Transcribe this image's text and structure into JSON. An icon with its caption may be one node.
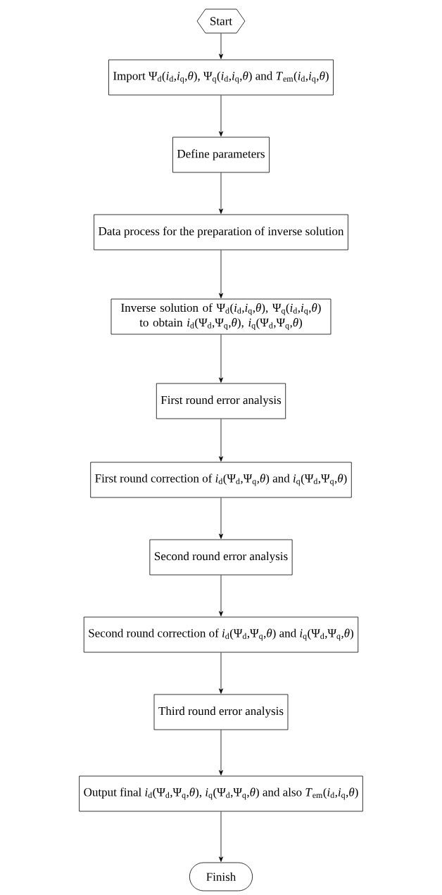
{
  "diagram": {
    "nodes": [
      {
        "text": [
          "Start"
        ]
      },
      {
        "text": [
          "Import Ψ$_{d}$(*i*$_{d}$,*i*$_{q}$,*θ*), Ψ$_{q}$(*i*$_{d}$,*i*$_{q}$,*θ*) and *T*$_{em}$(*i*$_{d}$,*i*$_{q}$,*θ*)"
        ]
      },
      {
        "text": [
          "Define parameters"
        ]
      },
      {
        "text": [
          "Data process for the preparation of inverse solution"
        ]
      },
      {
        "text": [
          "Inverse solution of Ψ$_{d}$(*i*$_{d}$,*i*$_{q}$,*θ*), Ψ$_{q}$(*i*$_{d}$,*i*$_{q}$,*θ*) to obtain *i*$_{d}$(Ψ$_{d}$,Ψ$_{q}$,*θ*), *i*$_{q}$(Ψ$_{d}$,Ψ$_{q}$,*θ*)"
        ]
      },
      {
        "text": [
          "First round error analysis"
        ]
      },
      {
        "text": [
          "First round correction of *i*$_{d}$(Ψ$_{d}$,Ψ$_{q}$,*θ*) and *i*$_{q}$(Ψ$_{d}$,Ψ$_{q}$,*θ*)"
        ]
      },
      {
        "text": [
          "Second round error analysis"
        ]
      },
      {
        "text": [
          "Second round correction of *i*$_{d}$(Ψ$_{d}$,Ψ$_{q}$,*θ*) and *i*$_{q}$(Ψ$_{d}$,Ψ$_{q}$,*θ*)"
        ]
      },
      {
        "text": [
          "Third round error analysis"
        ]
      },
      {
        "text": [
          "Output final *i*$_{d}$(Ψ$_{d}$,Ψ$_{q}$,*θ*), *i*$_{q}$(Ψ$_{d}$,Ψ$_{q}$,*θ*) and also *T*$_{em}$(*i*$_{d}$,*i*$_{q}$,*θ*)"
        ]
      },
      {
        "text": [
          "Finish"
        ]
      }
    ],
    "edges": [
      {
        "from": 0,
        "to": 1,
        "arrow": "to"
      },
      {
        "from": 1,
        "to": 2,
        "arrow": "to"
      },
      {
        "from": 2,
        "to": 3,
        "arrow": "to"
      },
      {
        "from": 3,
        "to": 4,
        "arrow": "to"
      },
      {
        "from": 4,
        "to": 5,
        "arrow": "to"
      },
      {
        "from": 5,
        "to": 6,
        "arrow": "to"
      },
      {
        "from": 6,
        "to": 7,
        "arrow": "to"
      },
      {
        "from": 7,
        "to": 8,
        "arrow": "to"
      },
      {
        "from": 8,
        "to": 9,
        "arrow": "to"
      },
      {
        "from": 9,
        "to": 10,
        "arrow": "to"
      },
      {
        "from": 10,
        "to": 11,
        "arrow": "to"
      }
    ]
  }
}
